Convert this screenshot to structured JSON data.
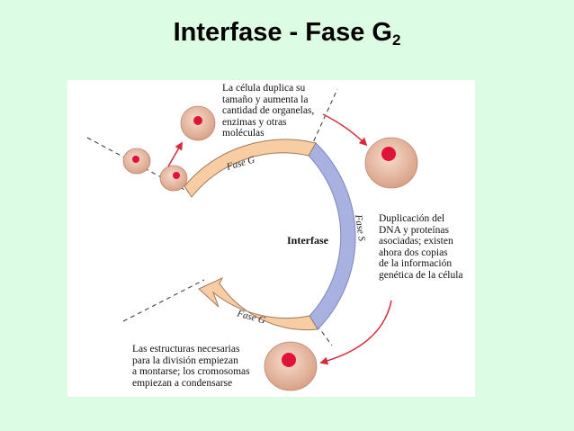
{
  "title": {
    "main": "Interfase - Fase G",
    "subscript": "2"
  },
  "diagram": {
    "center_label": "Interfase",
    "phase_labels": {
      "g1": "Fase G",
      "s": "Fase S",
      "g2": "Fase G"
    },
    "notes": {
      "growth": "La célula duplica su\ntamaño y aumenta la\ncantidad de organelas,\nenzimas y otras\nmoléculas",
      "dna": "Duplicación del\nDNA y proteínas\nasociadas; existen\nahora dos copias\nde la información\ngenética de la célula",
      "g2": "Las estructuras necesarias\npara la división empiezan\na montarse; los cromosomas\nempiezan a condensarse"
    },
    "colors": {
      "g_phase": "#f9cda3",
      "s_phase": "#a9b1e0",
      "arrow": "#d42a3a",
      "cell": "#e9b9a2",
      "nucleus": "#e0143a"
    }
  }
}
